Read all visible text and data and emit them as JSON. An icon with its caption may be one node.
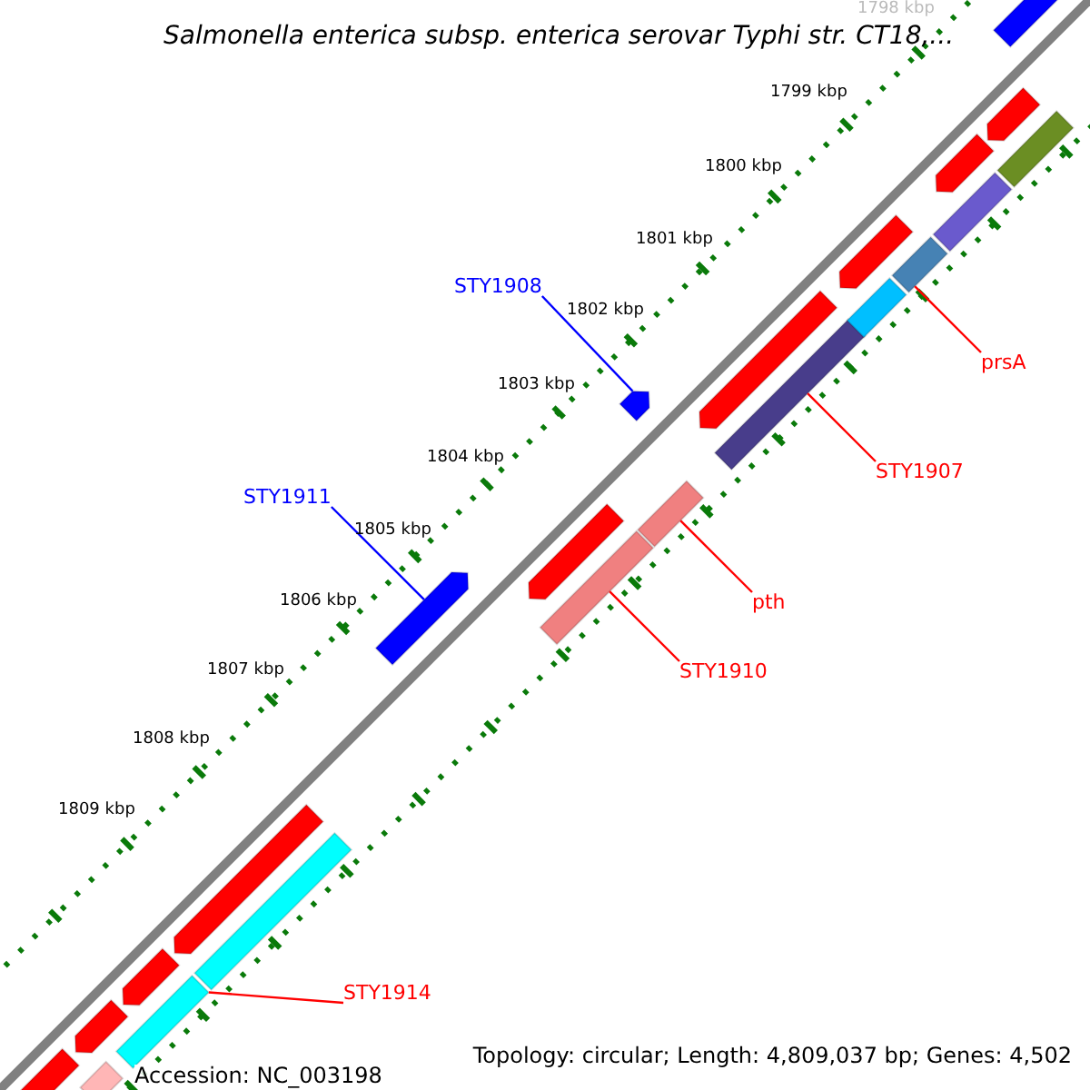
{
  "diagram": {
    "title": "Salmonella enterica subsp. enterica serovar Typhi str. CT18,...",
    "nodes": [
      {
        "text": [
          "STY1908"
        ]
      },
      {
        "text": [
          "STY1911"
        ]
      },
      {
        "text": [
          "prsA"
        ]
      },
      {
        "text": [
          "STY1907"
        ]
      },
      {
        "text": [
          "pth"
        ]
      },
      {
        "text": [
          "STY1910"
        ]
      },
      {
        "text": [
          "STY1914"
        ]
      },
      {
        "text": [],
        "shape": "arrow"
      },
      {
        "text": [],
        "shape": "arrow"
      },
      {
        "text": [],
        "shape": "bar"
      },
      {
        "text": [],
        "shape": "bar"
      },
      {
        "text": [],
        "shape": "bar"
      },
      {
        "text": [],
        "shape": "bar"
      },
      {
        "text": [],
        "shape": "bar"
      },
      {
        "text": [],
        "shape": "arrow"
      },
      {
        "text": [],
        "shape": "arrow"
      },
      {
        "text": [],
        "shape": "arrow"
      },
      {
        "text": [],
        "shape": "arrow"
      },
      {
        "text": [],
        "shape": "arrow"
      },
      {
        "text": [],
        "shape": "arrow"
      },
      {
        "text": [],
        "shape": "arrow"
      },
      {
        "text": [],
        "shape": "arrow"
      },
      {
        "text": [],
        "shape": "arrow"
      },
      {
        "text": [],
        "shape": "arrow"
      },
      {
        "text": [],
        "shape": "bar"
      },
      {
        "text": [],
        "shape": "bar"
      },
      {
        "text": [],
        "shape": "bar"
      },
      {
        "text": [],
        "shape": "bar"
      },
      {
        "text": [],
        "shape": "bar"
      }
    ],
    "edges": [
      {
        "from": 0,
        "to": 7,
        "arrow": "none",
        "color": "#0000ff"
      },
      {
        "from": 1,
        "to": 8,
        "arrow": "none",
        "color": "#0000ff"
      },
      {
        "from": 2,
        "to": 9,
        "arrow": "none"
      },
      {
        "from": 3,
        "to": 10,
        "arrow": "none"
      },
      {
        "from": 4,
        "to": 11,
        "arrow": "none"
      },
      {
        "from": 5,
        "to": 12,
        "arrow": "none"
      },
      {
        "from": 6,
        "to": 13,
        "arrow": "none"
      }
    ],
    "labels": [
      "1798 kbp",
      "1799 kbp",
      "1800 kbp",
      "1801 kbp",
      "1802 kbp",
      "1803 kbp",
      "1804 kbp",
      "1805 kbp",
      "1806 kbp",
      "1807 kbp",
      "1808 kbp",
      "1809 kbp",
      "Accession: NC_003198",
      "Topology: circular; Length: 4,809,037 bp; Genes: 4,502"
    ]
  }
}
